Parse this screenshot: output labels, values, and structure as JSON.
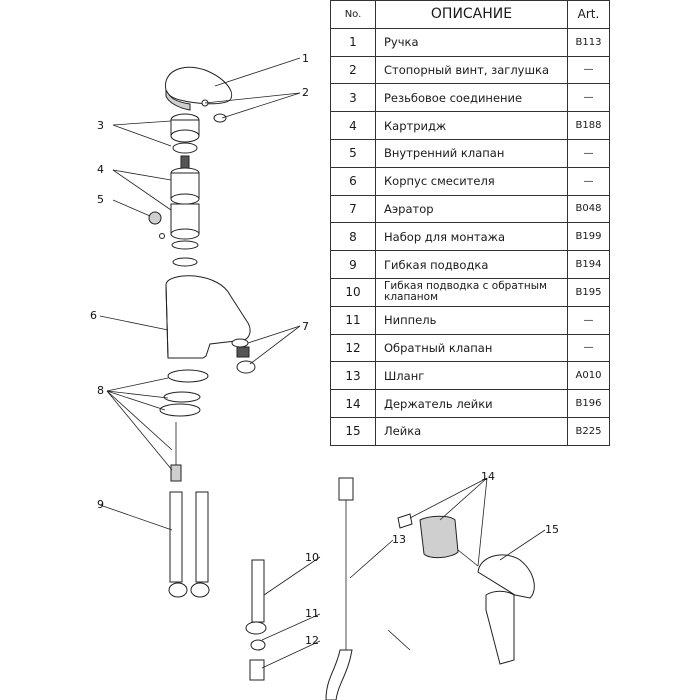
{
  "table": {
    "headers": {
      "no": "No.",
      "description": "ОПИСАНИЕ",
      "art": "Art."
    },
    "rows": [
      {
        "no": "1",
        "description": "Ручка",
        "art": "B113"
      },
      {
        "no": "2",
        "description": "Стопорный винт, заглушка",
        "art": "—"
      },
      {
        "no": "3",
        "description": "Резьбовое соединение",
        "art": "—"
      },
      {
        "no": "4",
        "description": "Картридж",
        "art": "B188"
      },
      {
        "no": "5",
        "description": "Внутренний клапан",
        "art": "—"
      },
      {
        "no": "6",
        "description": "Корпус смесителя",
        "art": "—"
      },
      {
        "no": "7",
        "description": "Аэратор",
        "art": "B048"
      },
      {
        "no": "8",
        "description": "Набор для монтажа",
        "art": "B199"
      },
      {
        "no": "9",
        "description": "Гибкая подводка",
        "art": "B194"
      },
      {
        "no": "10",
        "description": "Гибкая подводка с обратным клапаном",
        "art": "B195"
      },
      {
        "no": "11",
        "description": "Ниппель",
        "art": "—"
      },
      {
        "no": "12",
        "description": "Обратный клапан",
        "art": "—"
      },
      {
        "no": "13",
        "description": "Шланг",
        "art": "A010"
      },
      {
        "no": "14",
        "description": "Держатель лейки",
        "art": "B196"
      },
      {
        "no": "15",
        "description": "Лейка",
        "art": "B225"
      }
    ]
  },
  "callouts": [
    "1",
    "2",
    "3",
    "4",
    "5",
    "6",
    "7",
    "8",
    "9",
    "10",
    "11",
    "12",
    "13",
    "14",
    "15"
  ]
}
